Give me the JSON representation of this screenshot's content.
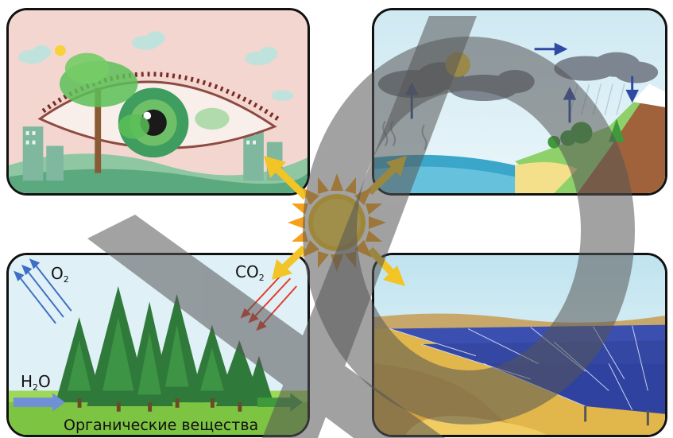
{
  "labels": {
    "o2_main": "O",
    "o2_sub": "2",
    "co2_main": "CO",
    "co2_sub": "2",
    "h2o_h": "H",
    "h2o_sub": "2",
    "h2o_o": "O",
    "organic": "Органические вещества"
  },
  "icons": [
    "sun-icon",
    "eye-icon",
    "cloud-icon",
    "tree-icon",
    "solar-panel-icon",
    "arrow-icon",
    "prohibition-watermark-icon"
  ],
  "colors": {
    "sun": "#f7c21b",
    "arrow_yellow": "#f2c425",
    "arrow_blue": "#2f4aa3",
    "arrow_red": "#e23b2a",
    "arrow_o2": "#3f6fc4",
    "h2o_arrow": "#6f8fd6",
    "organic_arrow": "#3e9a3a",
    "watermark": "#8a8a8a"
  }
}
